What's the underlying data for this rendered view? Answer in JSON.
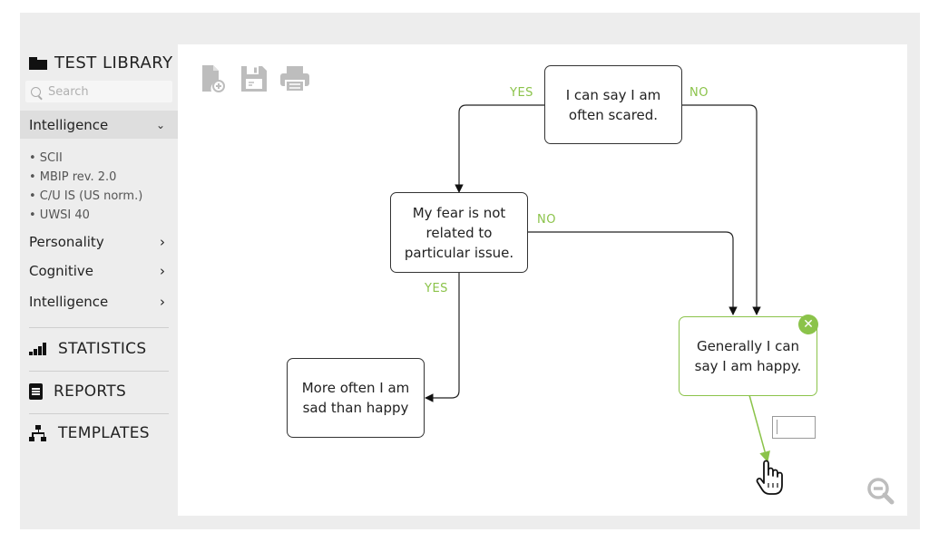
{
  "sidebar": {
    "title": "TEST LIBRARY",
    "search_placeholder": "Search",
    "active_category": {
      "label": "Intelligence",
      "tests": [
        "• SCII",
        "• MBIP rev. 2.0",
        "• C/U IS (US norm.)",
        "• UWSI 40"
      ]
    },
    "categories": [
      "Personality",
      "Cognitive",
      "Intelligence"
    ],
    "sections": [
      "STATISTICS",
      "REPORTS",
      "TEMPLATES"
    ]
  },
  "toolbar": {
    "icons": [
      "new-file-icon",
      "save-icon",
      "print-icon"
    ]
  },
  "diagram": {
    "nodes": {
      "scared": "I can say I am often scared.",
      "fear": "My fear is not related to particular issue.",
      "sad": "More often I am sad than happy",
      "happy": "Generally I can say I am happy."
    },
    "labels": {
      "yes": "YES",
      "no": "NO"
    }
  },
  "colors": {
    "accent": "#8bc34a",
    "sidebar_bg": "#ededed",
    "active_bg": "#dedede"
  },
  "controls": {
    "close_glyph": "✕",
    "zoom": "zoom-out-icon"
  }
}
